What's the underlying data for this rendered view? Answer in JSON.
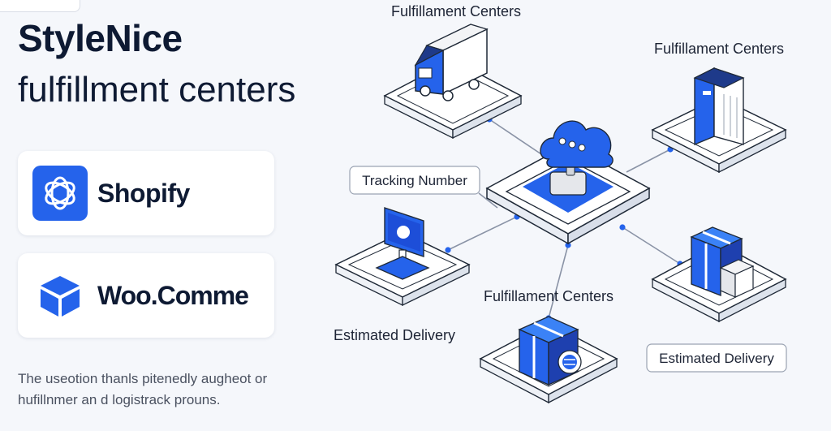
{
  "header": {
    "brand": "StyleNice",
    "subtitle": "fulfillment centers"
  },
  "platforms": [
    {
      "label": "Shopify",
      "icon": "knot-logo-icon"
    },
    {
      "label": "Woo.Comme",
      "icon": "box-logo-icon"
    }
  ],
  "footnote": {
    "line1": "The useotion thanls pitenedly augheot or",
    "line2": "hufillnmer an d logistrack prouns."
  },
  "diagram": {
    "labels": {
      "top": "Fulfillament Centers",
      "right_top": "Fulfillament Centers",
      "tracking": "Tracking Number",
      "estimated_left": "Estimated Delivery",
      "bottom": "Fulfillament Centers",
      "estimated_right": "Estimated Delivery"
    }
  },
  "colors": {
    "accent": "#2563eb",
    "dark_blue": "#1e3a8a",
    "text": "#0e1a33",
    "outline": "#1f2937"
  }
}
